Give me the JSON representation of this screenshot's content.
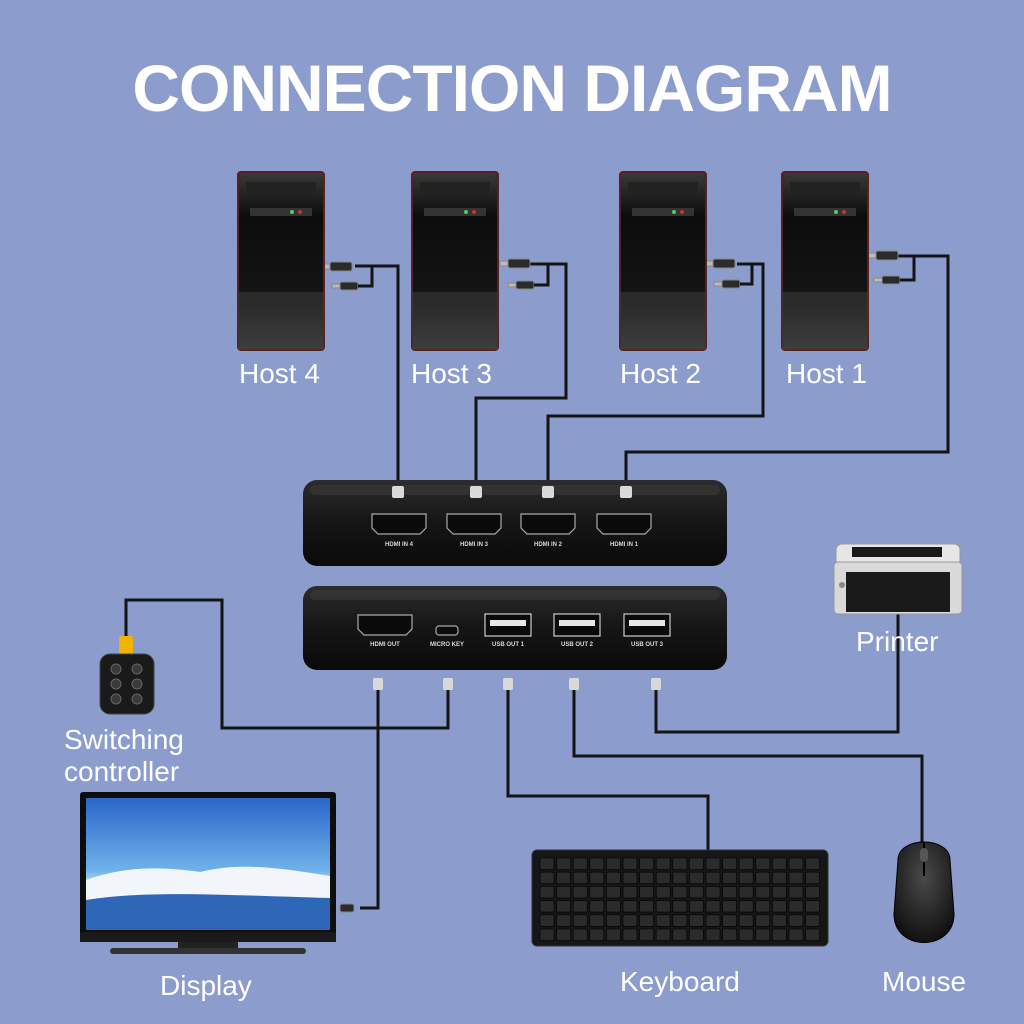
{
  "title": "CONNECTION DIAGRAM",
  "hosts": [
    {
      "label": "Host 4"
    },
    {
      "label": "Host 3"
    },
    {
      "label": "Host 2"
    },
    {
      "label": "Host 1"
    }
  ],
  "switch_inputs": [
    "HDMI IN 4",
    "HDMI IN 3",
    "HDMI IN 2",
    "HDMI IN 1"
  ],
  "switch_outputs": [
    "HDMI OUT",
    "MICRO KEY",
    "USB OUT 1",
    "USB OUT 2",
    "USB OUT 3"
  ],
  "devices": {
    "switching_controller": "Switching\ncontroller",
    "display": "Display",
    "keyboard": "Keyboard",
    "mouse": "Mouse",
    "printer": "Printer"
  },
  "colors": {
    "background": "#8b9ccd",
    "device_body": "#1a1a1a",
    "cable": "#141414",
    "controller_plug": "#f0b400"
  }
}
